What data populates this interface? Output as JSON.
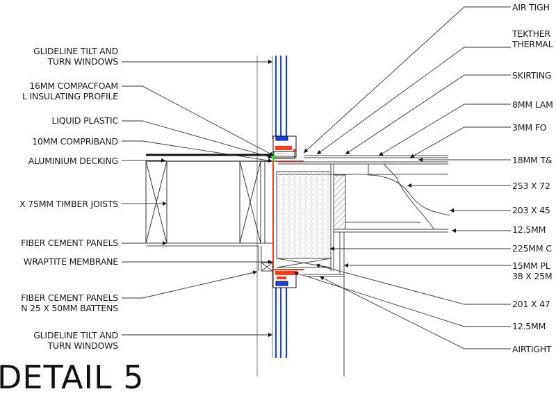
{
  "drawing": {
    "title": "DETAIL 5",
    "colors": {
      "line": "#444444",
      "glazing": "#1a3cff",
      "airtight_membrane": "#ff3b1f",
      "liquid_plastic": "#39d63a",
      "compriband": "#e8cccc"
    }
  },
  "labels_left": [
    {
      "line1": "GLIDELINE TILT AND",
      "line2": "TURN WINDOWS"
    },
    {
      "line1": "16MM COMPACFOAM",
      "line2": "L INSULATING PROFILE"
    },
    {
      "line1": "LIQUID PLASTIC",
      "line2": ""
    },
    {
      "line1": "10MM COMPRIBAND",
      "line2": ""
    },
    {
      "line1": "ALUMINIUM DECKING",
      "line2": ""
    },
    {
      "line1": "X 75MM TIMBER JOISTS",
      "line2": ""
    },
    {
      "line1": "FIBER CEMENT PANELS",
      "line2": ""
    },
    {
      "line1": "WRAPTITE MEMBRANE",
      "line2": ""
    },
    {
      "line1": "FIBER CEMENT PANELS",
      "line2": "N 25 X 50MM BATTENS"
    },
    {
      "line1": "GLIDELINE TILT AND",
      "line2": "TURN WINDOWS"
    }
  ],
  "labels_right": [
    {
      "line1": "AIR TIGH",
      "line2": ""
    },
    {
      "line1": "TEKTHER",
      "line2": "THERMAL"
    },
    {
      "line1": "SKIRTING",
      "line2": ""
    },
    {
      "line1": "8MM LAM",
      "line2": ""
    },
    {
      "line1": "3MM FO",
      "line2": ""
    },
    {
      "line1": "18MM T&",
      "line2": ""
    },
    {
      "line1": "253 X 72",
      "line2": ""
    },
    {
      "line1": "203 X 45",
      "line2": ""
    },
    {
      "line1": "12.5MM",
      "line2": ""
    },
    {
      "line1": "225MM C",
      "line2": ""
    },
    {
      "line1": "15MM PL",
      "line2": "38 X 25M"
    },
    {
      "line1": "201 X 47",
      "line2": ""
    },
    {
      "line1": "12.5MM",
      "line2": ""
    },
    {
      "line1": "AIRTIGHT",
      "line2": ""
    }
  ]
}
